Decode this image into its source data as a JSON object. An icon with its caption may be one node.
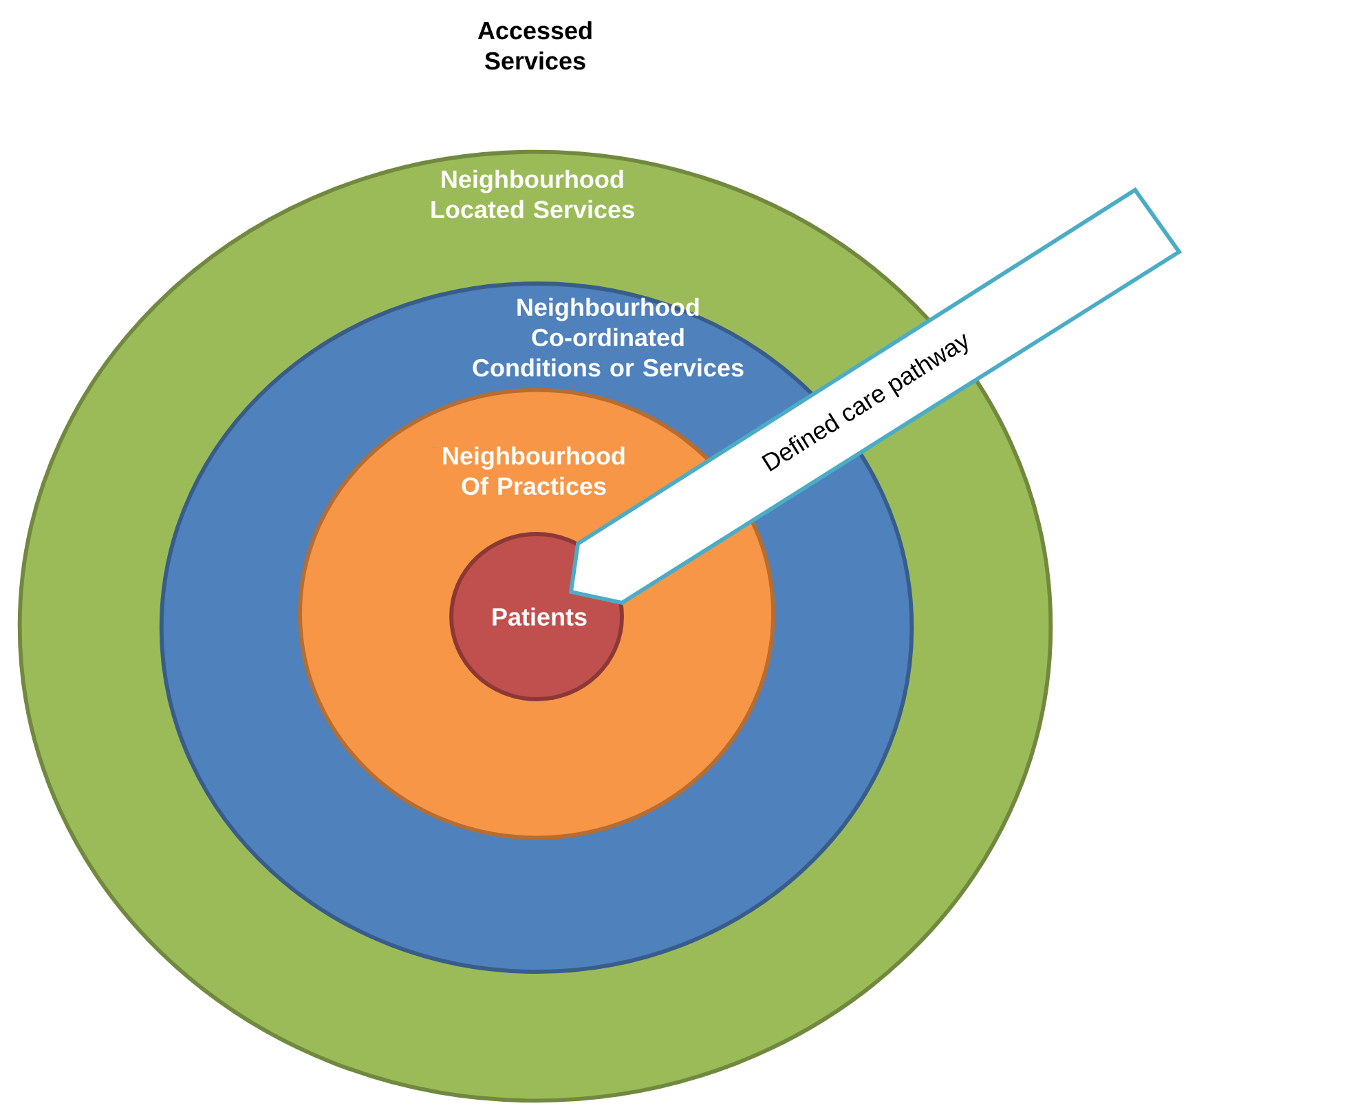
{
  "diagram": {
    "nodes": [
      {
        "text": [
          "Neighbourhood Located Services"
        ]
      },
      {
        "text": [
          "Neighbourhood Co-ordinated Conditions or Services"
        ],
        "in": 0
      },
      {
        "text": [
          "Neighbourhood Of Practices"
        ],
        "in": 1
      },
      {
        "text": [
          "Patients"
        ],
        "in": 2
      },
      {
        "text": [
          "Defined care pathway"
        ]
      }
    ],
    "labels": [
      "Accessed Services"
    ]
  }
}
